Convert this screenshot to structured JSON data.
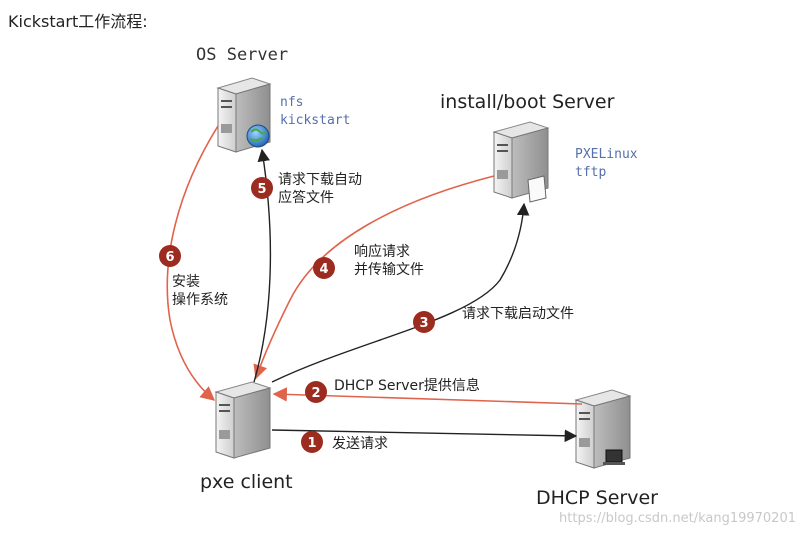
{
  "heading": "Kickstart工作流程:",
  "nodes": {
    "os_server": {
      "label": "OS Server",
      "services": [
        "nfs",
        "kickstart"
      ]
    },
    "boot_server": {
      "label": "install/boot Server",
      "services": [
        "PXELinux",
        "tftp"
      ]
    },
    "pxe_client": {
      "label": "pxe client"
    },
    "dhcp_server": {
      "label": "DHCP Server"
    }
  },
  "steps": [
    {
      "num": "1",
      "lines": [
        "发送请求"
      ]
    },
    {
      "num": "2",
      "lines": [
        "DHCP Server提供信息"
      ]
    },
    {
      "num": "3",
      "lines": [
        "请求下载启动文件"
      ]
    },
    {
      "num": "4",
      "lines": [
        "响应请求",
        "并传输文件"
      ]
    },
    {
      "num": "5",
      "lines": [
        "请求下载自动",
        "应答文件"
      ]
    },
    {
      "num": "6",
      "lines": [
        "安装",
        "操作系统"
      ]
    }
  ],
  "watermark": "https://blog.csdn.net/kang19970201",
  "colors": {
    "arrow_red": "#e0644c",
    "arrow_black": "#222222",
    "badge": "#9b2c1f",
    "service_text": "#5570a8"
  }
}
